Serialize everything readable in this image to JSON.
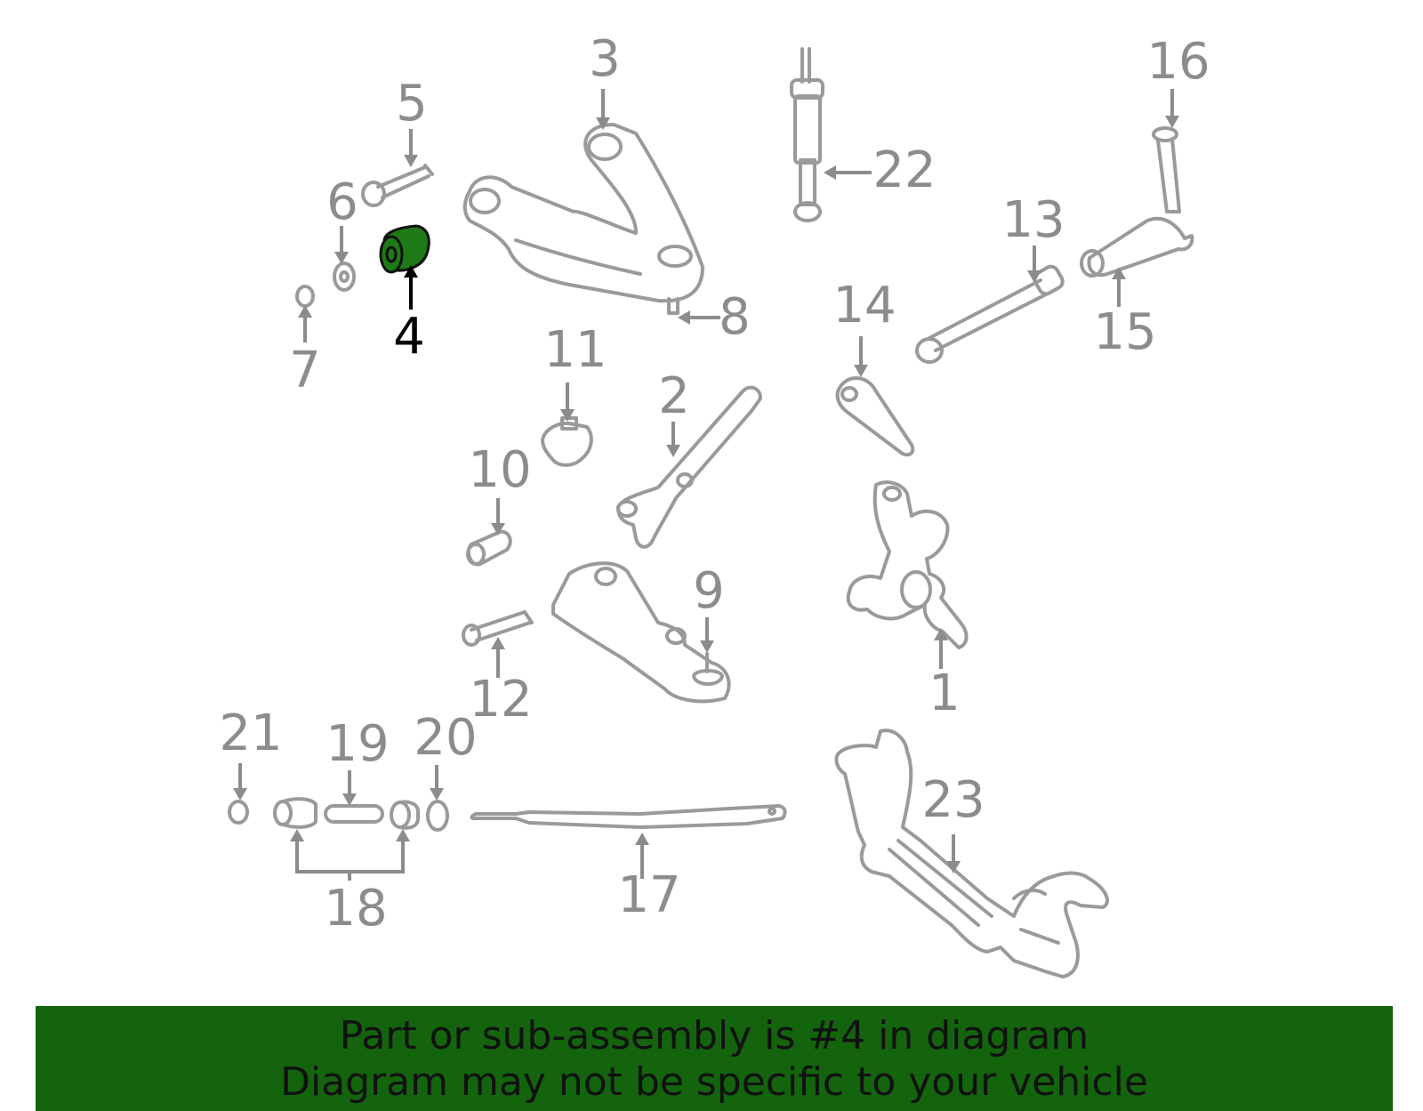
{
  "diagram": {
    "selected_callout": "4",
    "callouts": [
      "1",
      "2",
      "3",
      "4",
      "5",
      "6",
      "7",
      "8",
      "9",
      "10",
      "11",
      "12",
      "13",
      "14",
      "15",
      "16",
      "17",
      "18",
      "19",
      "20",
      "21",
      "22",
      "23"
    ]
  },
  "banner": {
    "line1": "Part or sub-assembly is #4 in diagram",
    "line2": "Diagram may not be specific to your vehicle"
  },
  "colors": {
    "highlight": "#1e7a16",
    "banner_background": "#13640d",
    "line_art": "#9a9a9a"
  }
}
